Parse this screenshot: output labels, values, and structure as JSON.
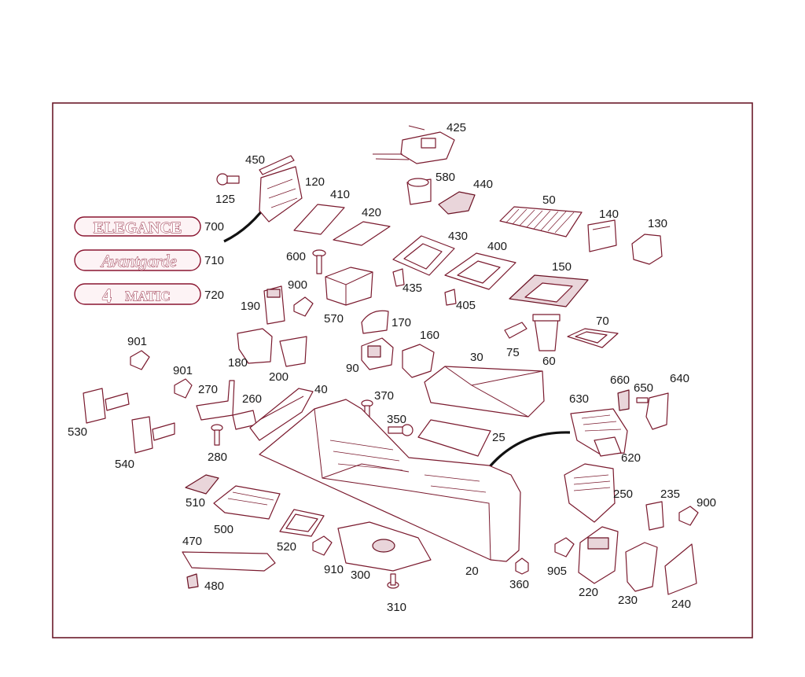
{
  "badges": {
    "elegance": "ELEGANCE",
    "avantgarde": "Avantgarde",
    "four_matic_digit": "4",
    "four_matic_word": "MATIC"
  },
  "labels": {
    "l425": "425",
    "l450": "450",
    "l120": "120",
    "l125": "125",
    "l580": "580",
    "l440": "440",
    "l410": "410",
    "l420": "420",
    "l50": "50",
    "l140": "140",
    "l130": "130",
    "l700": "700",
    "l710": "710",
    "l720": "720",
    "l600": "600",
    "l430": "430",
    "l400": "400",
    "l150": "150",
    "l900a": "900",
    "l190": "190",
    "l570": "570",
    "l435": "435",
    "l405": "405",
    "l170": "170",
    "l70": "70",
    "l901a": "901",
    "l180": "180",
    "l200": "200",
    "l160": "160",
    "l75": "75",
    "l90": "90",
    "l30": "30",
    "l60": "60",
    "l901b": "901",
    "l660": "660",
    "l650": "650",
    "l640": "640",
    "l270": "270",
    "l40": "40",
    "l370": "370",
    "l260": "260",
    "l630": "630",
    "l530": "530",
    "l350": "350",
    "l25": "25",
    "l280": "280",
    "l540": "540",
    "l620": "620",
    "l250": "250",
    "l510": "510",
    "l235": "235",
    "l900b": "900",
    "l500": "500",
    "l520": "520",
    "l470": "470",
    "l910": "910",
    "l300": "300",
    "l20": "20",
    "l360": "360",
    "l905": "905",
    "l220": "220",
    "l480": "480",
    "l310": "310",
    "l230": "230",
    "l240": "240"
  },
  "colors": {
    "line": "#7a1a2e",
    "frame": "#6b1a2a",
    "badge_outline": "#8a1530"
  }
}
